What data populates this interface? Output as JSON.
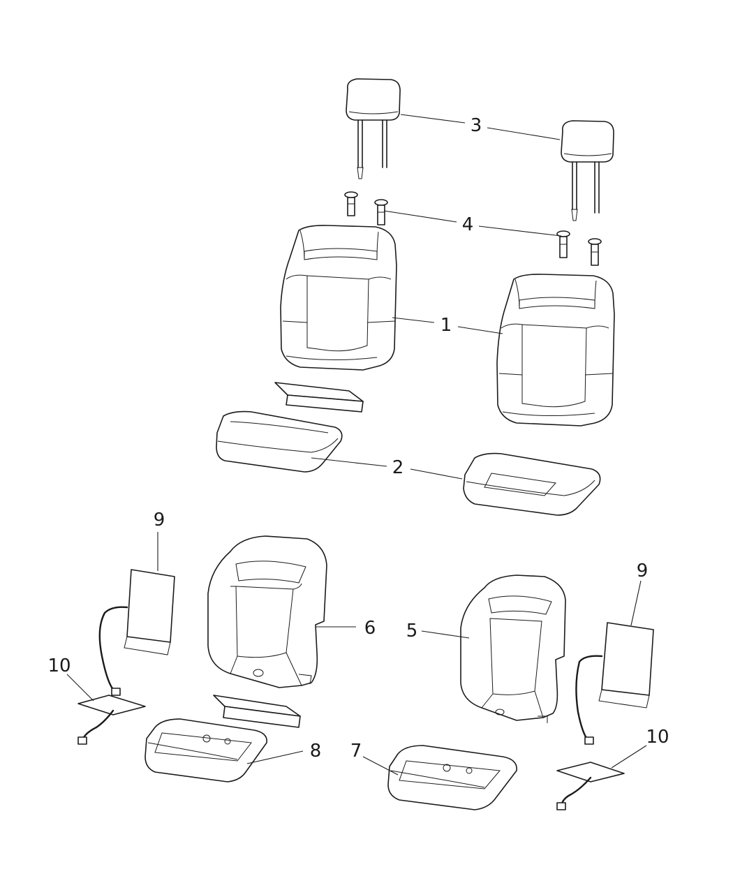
{
  "callouts": {
    "c1": "1",
    "c2": "2",
    "c3": "3",
    "c4": "4",
    "c5": "5",
    "c6": "6",
    "c7": "7",
    "c8": "8",
    "c9a": "9",
    "c9b": "9",
    "c10a": "10",
    "c10b": "10"
  }
}
